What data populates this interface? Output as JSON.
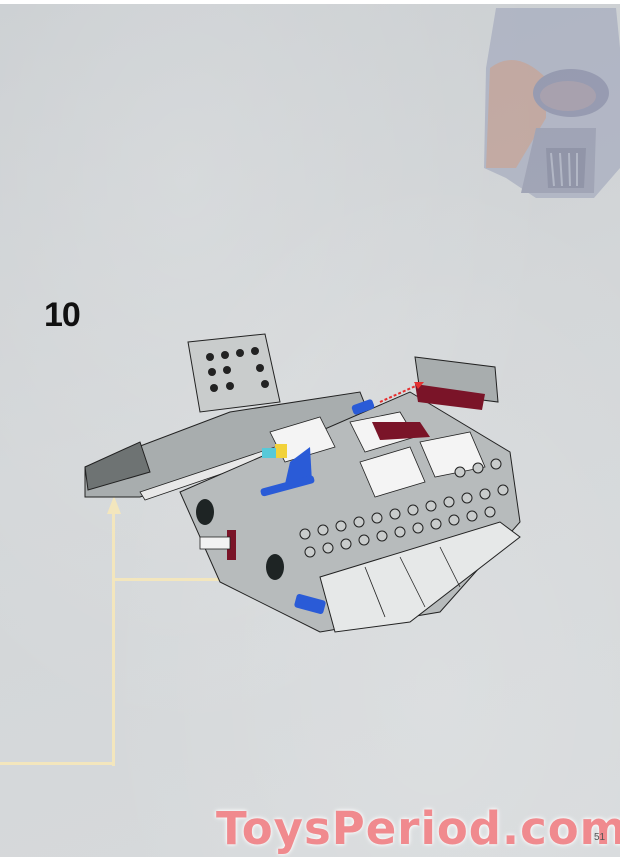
{
  "page": {
    "type": "LEGO building instructions page",
    "step_number": "10",
    "page_number": "51",
    "watermark": "ToysPeriod.com"
  },
  "decorations": {
    "corner_art": "darth-vader-helmet",
    "callout_line_color": "#f3e6bd"
  },
  "illustration": {
    "subject": "LEGO Star Wars vehicle assembly (grey/white hull with blue, dark red and black parts)",
    "annotations": [
      "red-placement-arrow",
      "callout-arrow-up",
      "callout-arrow-right"
    ]
  },
  "colors": {
    "background": "#d2d5d7",
    "step_number": "#111111",
    "watermark": "#f08a8e",
    "brick_grey": "#a8adae",
    "brick_white": "#f2f2f2",
    "brick_blue": "#2a5bd7",
    "brick_dark_red": "#7a1428",
    "brick_black": "#1e2424"
  }
}
